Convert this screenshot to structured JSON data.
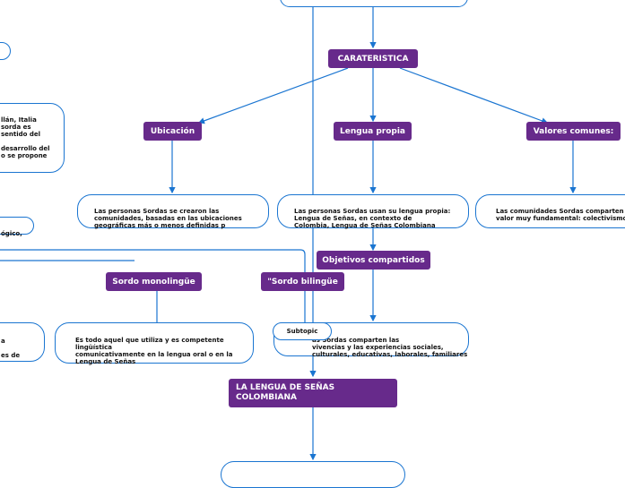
{
  "colors": {
    "purple": "#672a8b",
    "line": "#1a75d1",
    "text": "#111111"
  },
  "nodes": {
    "carateristica": "CARATERISTICA",
    "ubicacion": "Ubicación",
    "lengua_propia": "Lengua propia",
    "valores": "Valores comunes:",
    "ubicacion_desc": "Las personas Sordas se crearon las\ncomunidades, basadas en las ubicaciones\ngeográficas más o menos definidas p",
    "lengua_desc": "Las personas Sordas usan su lengua propia:\nLengua de Señas, en contexto de\nColombia, Lengua de Señas Colombiana",
    "valores_desc": "Las comunidades Sordas comparten\nvalor muy fundamental: colectivismo",
    "objetivos": "Objetivos compartidos",
    "objetivos_desc": "as Sordas comparten las\nvivencias y las experiencias sociales,\nculturales, educativas, laborales, familiares",
    "subtopic": "Subtopic",
    "sordo_mono": "Sordo monolingüe",
    "sordo_bi": "\"Sordo bilingüe",
    "mono_desc": " Es todo aquel que utiliza y es competente\nlingüística\ncomunicativamente en la lengua oral o en la\nLengua de Señas",
    "left_text": "llán, Italia\nsorda es\nsentido del\n\ndesarrollo del\no se propone",
    "left_small": "ógico,",
    "left_lower": "a\n\nes de",
    "main_title": "LA LENGUA DE SEÑAS\nCOLOMBIANA"
  }
}
